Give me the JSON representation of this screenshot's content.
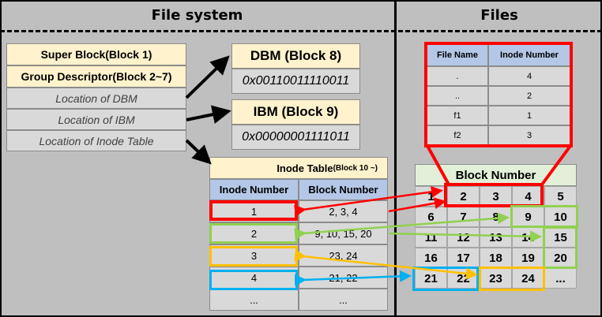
{
  "panels": {
    "left_title": "File system",
    "right_title": "Files"
  },
  "super_block_table": [
    "Super Block(Block 1)",
    "Group Descriptor(Block 2~7)",
    "Location of DBM",
    "Location of IBM",
    "Location of Inode Table"
  ],
  "dbm": {
    "title": "DBM (Block 8)",
    "value": "0x00110011110011"
  },
  "ibm": {
    "title": "IBM (Block 9)",
    "value": "0x00000001111011"
  },
  "inode_table": {
    "title": "Inode Table",
    "title_suffix": "(Block 10 ~)",
    "headers": [
      "Inode Number",
      "Block Number"
    ],
    "rows": [
      [
        "1",
        "2, 3, 4"
      ],
      [
        "2",
        "9, 10, 15, 20"
      ],
      [
        "3",
        "23, 24"
      ],
      [
        "4",
        "21, 22"
      ],
      [
        "...",
        "..."
      ]
    ]
  },
  "directory_table": {
    "headers": [
      "File Name",
      "Inode Number"
    ],
    "rows": [
      [
        ".",
        "4"
      ],
      [
        "..",
        "2"
      ],
      [
        "f1",
        "1"
      ],
      [
        "f2",
        "3"
      ]
    ]
  },
  "block_grid": {
    "title": "Block Number",
    "rows": [
      [
        "1",
        "2",
        "3",
        "4",
        "5"
      ],
      [
        "6",
        "7",
        "8",
        "9",
        "10"
      ],
      [
        "11",
        "12",
        "13",
        "14",
        "15"
      ],
      [
        "16",
        "17",
        "18",
        "19",
        "20"
      ],
      [
        "21",
        "22",
        "23",
        "24",
        "..."
      ]
    ]
  },
  "colors": {
    "red": "#ff0000",
    "green": "#92d050",
    "orange": "#ffc000",
    "blue": "#00b0f0",
    "cream": "#fff2cc",
    "grey_cell": "#d9d9d9",
    "header_blue": "#b4c7e7",
    "header_green": "#e2f0d9"
  }
}
